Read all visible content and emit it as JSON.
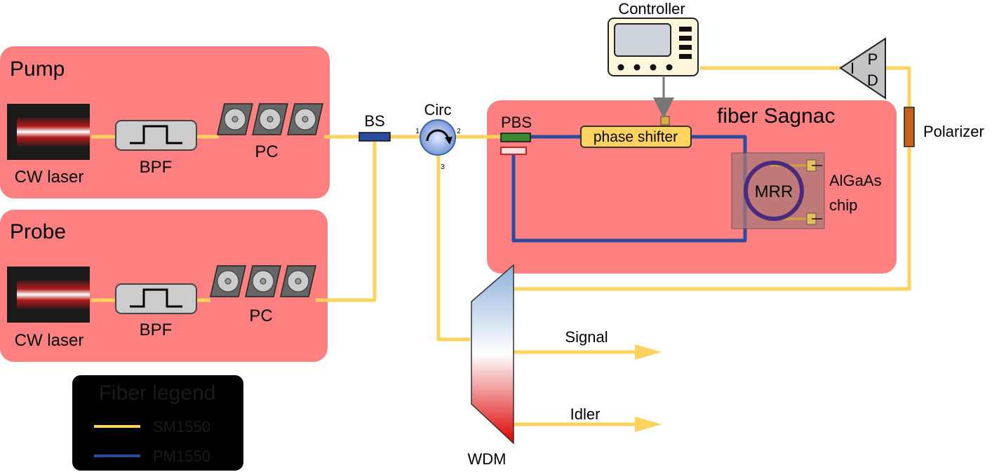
{
  "pump": {
    "title": "Pump",
    "laser": "CW laser",
    "filter": "BPF",
    "pc": "PC"
  },
  "probe": {
    "title": "Probe",
    "laser": "CW laser",
    "filter": "BPF",
    "pc": "PC"
  },
  "bs": "BS",
  "circulator": {
    "label": "Circ",
    "port1": "1",
    "port2": "2",
    "port3": "3"
  },
  "sagnac": {
    "title": "fiber Sagnac",
    "pbs": "PBS",
    "phase_shifter": "phase shifter",
    "mrr": "MRR",
    "chip_line1": "AlGaAs",
    "chip_line2": "chip"
  },
  "controller": "Controller",
  "photodiode": {
    "i": "I",
    "p": "P",
    "d": "D"
  },
  "polarizer": "Polarizer",
  "wdm": "WDM",
  "outputs": {
    "signal": "Signal",
    "idler": "Idler"
  },
  "legend": {
    "title": "Fiber legend",
    "sm": "SM1550",
    "pm": "PM1550"
  },
  "colors": {
    "sm_fiber": "#fdd25d",
    "pm_fiber": "#2b4b9b",
    "panel": "#ff8080",
    "legend_bg": "#000000",
    "legend_text": "#1a1a1a"
  }
}
